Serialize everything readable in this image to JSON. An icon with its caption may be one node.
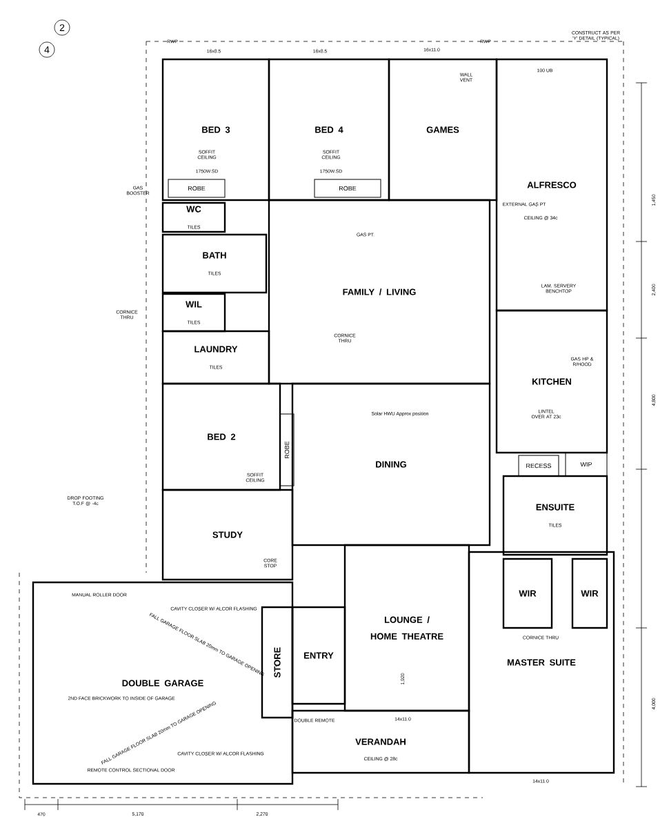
{
  "diagram": {
    "nodes": [
      {
        "text": [
          "BED 3"
        ]
      },
      {
        "text": [
          "BED 4"
        ]
      },
      {
        "text": [
          "GAMES"
        ]
      },
      {
        "text": [
          "ALFRESCO"
        ]
      },
      {
        "text": [
          "ROBE"
        ],
        "in": 0
      },
      {
        "text": [
          "ROBE"
        ],
        "in": 1
      },
      {
        "text": [
          "WC",
          "TILES"
        ]
      },
      {
        "text": [
          "BATH",
          "TILES"
        ]
      },
      {
        "text": [
          "FAMILY / LIVING"
        ]
      },
      {
        "text": [
          "WIL",
          "TILES"
        ]
      },
      {
        "text": [
          "LAUNDRY",
          "TILES"
        ]
      },
      {
        "text": [
          "KITCHEN"
        ]
      },
      {
        "text": [
          "WIP"
        ]
      },
      {
        "text": [
          "RECESS"
        ]
      },
      {
        "text": [
          "BED 2"
        ]
      },
      {
        "text": [
          "ROBE"
        ]
      },
      {
        "text": [
          "DINING"
        ]
      },
      {
        "text": [
          "ENSUITE",
          "TILES"
        ]
      },
      {
        "text": [
          "STUDY"
        ]
      },
      {
        "text": [
          "LOUNGE / HOME THEATRE"
        ]
      },
      {
        "text": [
          "DOUBLE GARAGE"
        ]
      },
      {
        "text": [
          "STORE"
        ],
        "in": 20
      },
      {
        "text": [
          "ENTRY"
        ]
      },
      {
        "text": [
          "MASTER SUITE"
        ]
      },
      {
        "text": [
          "WIR"
        ],
        "in": 23
      },
      {
        "text": [
          "WIR"
        ],
        "in": 23
      },
      {
        "text": [
          "VERANDAH"
        ]
      }
    ],
    "labels": [
      "2",
      "4",
      "RWP",
      "16x8.5",
      "16x8.5",
      "16x11.0",
      "RWP",
      "CONSTRUCT AS PER 'Y' DETAIL (TYPICAL)",
      "WALL VENT",
      "100 UB",
      "SOFFIT CEILING",
      "1750W.SD",
      "SOFFIT CEILING",
      "1750W.SD",
      "GAS BOOSTER",
      "GAS PT.",
      "EXTERNAL GAS PT",
      "CEILING @ 34c",
      "LAM. SERVERY BENCHTOP",
      "CORNICE THRU",
      "CORNICE THRU",
      "GAS HP & R/HOOD",
      "LINTEL OVER AT 23c",
      "Solar HWU Approx position",
      "SOFFIT CEILING",
      "DROP FOOTING T.O.F @ -4c",
      "CORE STOP",
      "MANUAL ROLLER DOOR",
      "CAVITY CLOSER W/ ALCOR FLASHING",
      "FALL GARAGE FLOOR SLAB 20mm TO GARAGE OPENING",
      "2ND FACE BRICKWORK TO INSIDE OF GARAGE",
      "FALL GARAGE FLOOR SLAB 20mm TO GARAGE OPENING",
      "CAVITY CLOSER W/ ALCOR FLASHING",
      "REMOTE CONTROL SECTIONAL DOOR",
      "DOUBLE REMOTE",
      "14x11.0",
      "CEILING @ 28c",
      "1,920",
      "CORNICE THRU",
      "14x11.0",
      "1,450",
      "2,400",
      "4,800",
      "4,000",
      "470",
      "5,170",
      "2,270"
    ]
  }
}
